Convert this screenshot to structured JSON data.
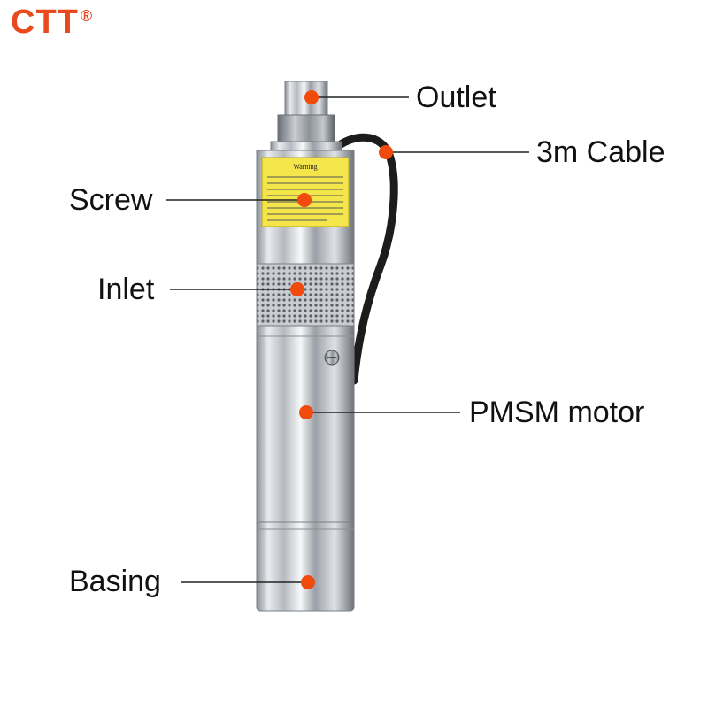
{
  "brand": {
    "name": "CTT",
    "mark": "®",
    "color": "#e8491d"
  },
  "warning_label": {
    "title": "Warning"
  },
  "callouts": [
    {
      "id": "outlet",
      "label": "Outlet"
    },
    {
      "id": "cable",
      "label": "3m Cable"
    },
    {
      "id": "screw",
      "label": "Screw"
    },
    {
      "id": "inlet",
      "label": "Inlet"
    },
    {
      "id": "motor",
      "label": "PMSM motor"
    },
    {
      "id": "basing",
      "label": "Basing"
    }
  ],
  "colors": {
    "dot": "#f04a0c",
    "line": "#222222",
    "label_bg": "#f4e64a"
  }
}
